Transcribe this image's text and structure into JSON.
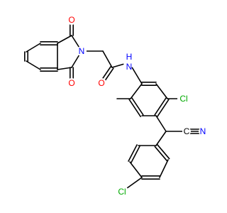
{
  "structure": {
    "colors": {
      "bond": "#000000",
      "oxygen": "#ff0000",
      "nitrogen": "#0000ff",
      "chlorine": "#00aa00",
      "carbon_label": "#000000",
      "background": "#ffffff"
    },
    "labels": {
      "o_top": "O",
      "o_bottom": "O",
      "n_imide": "N",
      "o_amide": "O",
      "nh_amide": "N",
      "h_amide": "H",
      "cl_ring": "Cl",
      "c_nitrile": "C",
      "n_nitrile": "N",
      "cl_para": "Cl"
    }
  }
}
